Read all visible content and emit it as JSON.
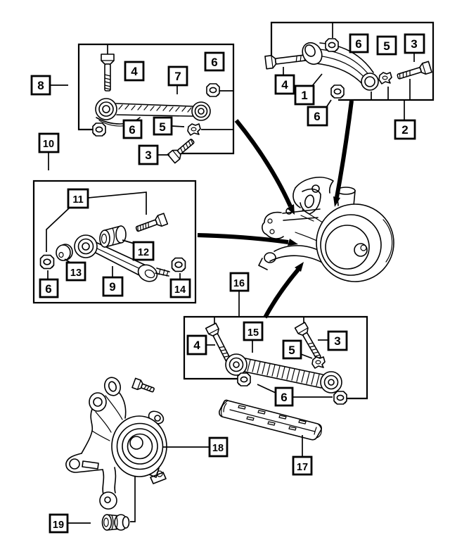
{
  "diagram": {
    "background_color": "#ffffff",
    "line_color": "#000000",
    "callouts": {
      "c8": "8",
      "c10": "10",
      "c4a": "4",
      "c7": "7",
      "c6a": "6",
      "c6b": "6",
      "c5a": "5",
      "c3a": "3",
      "c4b": "4",
      "c1": "1",
      "c6c": "6",
      "c5b": "5",
      "c3b": "3",
      "c6d": "6",
      "c2": "2",
      "c11": "11",
      "c12": "12",
      "c13": "13",
      "c9": "9",
      "c6e": "6",
      "c14": "14",
      "c16": "16",
      "c15": "15",
      "c4c": "4",
      "c5c": "5",
      "c3c": "3",
      "c6f": "6",
      "c17": "17",
      "c18": "18",
      "c19": "19"
    }
  }
}
